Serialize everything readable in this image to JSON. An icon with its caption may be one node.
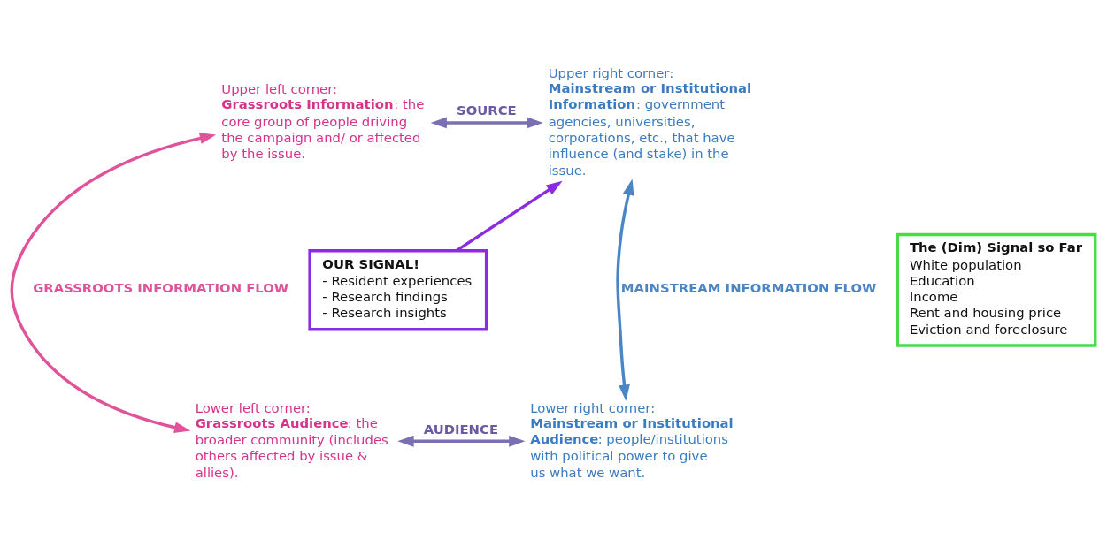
{
  "diagram": {
    "nodes": [
      {
        "text": [
          "Upper left corner:",
          "**Grassroots Information**: the core group of people driving the campaign and/ or affected by the issue."
        ]
      },
      {
        "text": [
          "Upper right corner:",
          "**Mainstream or Institutional Information**: government agencies, universities, corporations, etc., that have influence (and stake) in the issue."
        ]
      },
      {
        "text": [
          "Lower left corner:",
          "**Grassroots Audience**: the broader community (includes others affected by issue & allies)."
        ]
      },
      {
        "text": [
          "Lower right corner:",
          "**Mainstream or Institutional Audience**: people/institutions with political power to give us what we want."
        ]
      },
      {
        "text": [
          "OUR SIGNAL!",
          "- Resident experiences",
          "- Research findings",
          "- Research insights"
        ]
      },
      {
        "text": [
          "The (Dim) Signal so Far",
          "White population",
          "Education",
          "Income",
          "Rent and housing price",
          "Eviction and foreclosure"
        ]
      }
    ],
    "edges": [
      {
        "from": 4,
        "to": 1,
        "arrow": "to",
        "color": "#8b2be2"
      },
      {
        "from": 0,
        "to": 1,
        "arrow": "both",
        "label": "SOURCE"
      },
      {
        "from": 0,
        "to": 2,
        "arrow": "both",
        "label": "GRASSROOTS INFORMATION FLOW",
        "color": "#e0529a"
      },
      {
        "from": 1,
        "to": 3,
        "arrow": "both",
        "label": "MAINSTREAM INFORMATION FLOW",
        "color": "#4a86c5"
      },
      {
        "from": 2,
        "to": 3,
        "arrow": "both",
        "label": "AUDIENCE"
      }
    ]
  }
}
